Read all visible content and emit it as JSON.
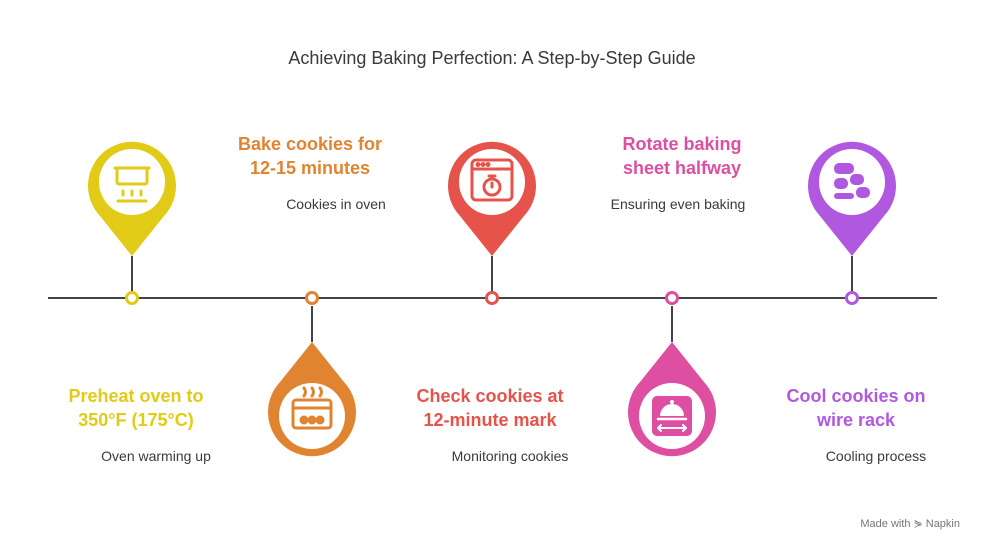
{
  "title": "Achieving Baking Perfection: A Step-by-Step Guide",
  "steps": [
    {
      "title_line1": "Preheat oven to",
      "title_line2": "350°F (175°C)",
      "desc": "Oven warming up",
      "color": "#E2CB16",
      "icon": "oven-pot-icon"
    },
    {
      "title_line1": "Bake cookies for",
      "title_line2": "12-15 minutes",
      "desc": "Cookies in oven",
      "color": "#E08432",
      "icon": "oven-tray-icon"
    },
    {
      "title_line1": "Check cookies at",
      "title_line2": "12-minute mark",
      "desc": "Monitoring cookies",
      "color": "#E5534B",
      "icon": "timer-window-icon"
    },
    {
      "title_line1": "Rotate baking",
      "title_line2": "sheet halfway",
      "desc": "Ensuring even baking",
      "color": "#DE4FA1",
      "icon": "cloche-rotate-icon"
    },
    {
      "title_line1": "Cool cookies on",
      "title_line2": "wire rack",
      "desc": "Cooling process",
      "color": "#B059E0",
      "icon": "cookies-rack-icon"
    }
  ],
  "footer": {
    "made_with": "Made with",
    "brand": "Napkin"
  }
}
